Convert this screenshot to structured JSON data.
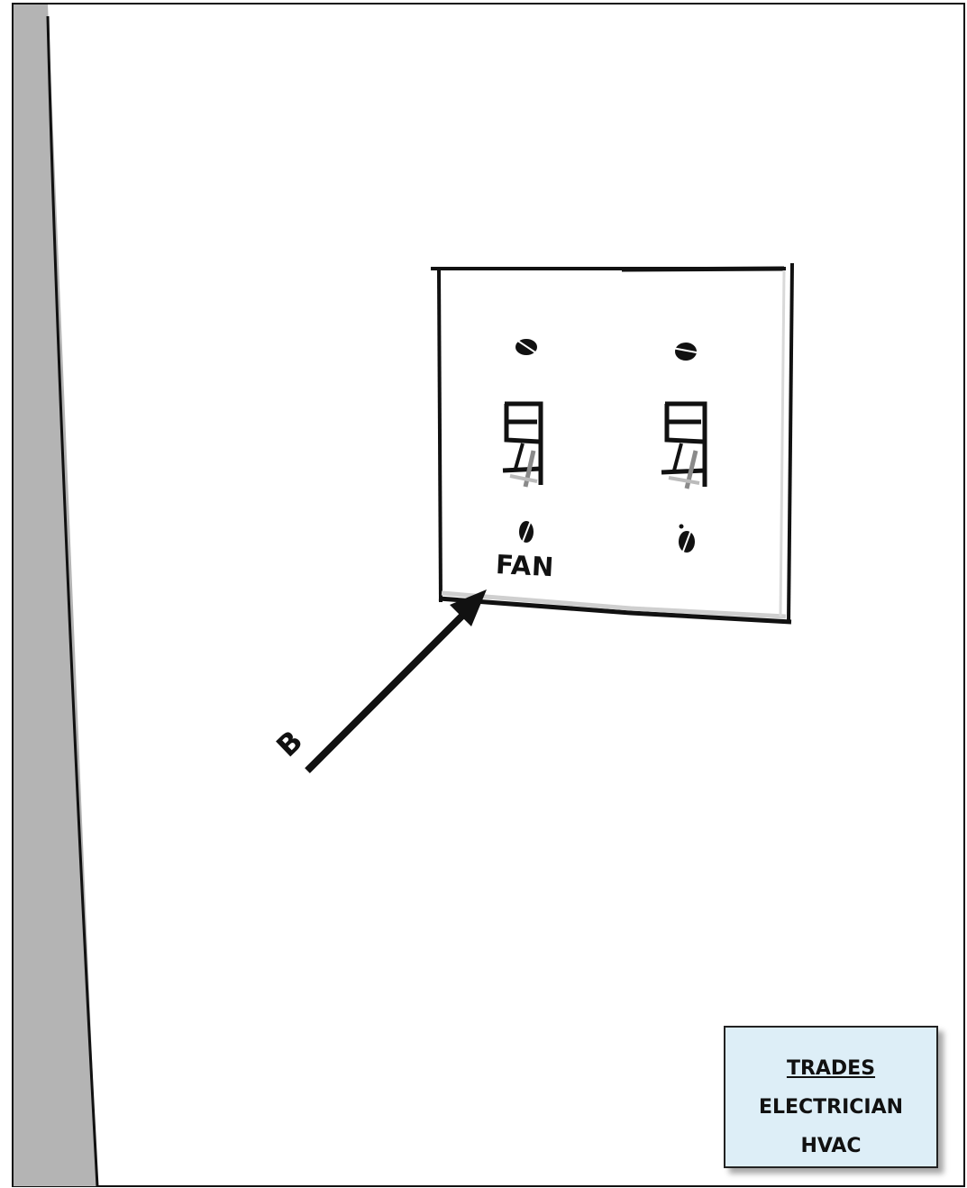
{
  "switch_plate": {
    "label": "FAN"
  },
  "pointer": {
    "letter": "B"
  },
  "trades": {
    "heading": "TRADES",
    "items": [
      "ELECTRICIAN",
      "HVAC"
    ]
  },
  "colors": {
    "wall_edge": "#b4b4b4",
    "outline": "#111111",
    "box_fill": "#ddeef7"
  }
}
